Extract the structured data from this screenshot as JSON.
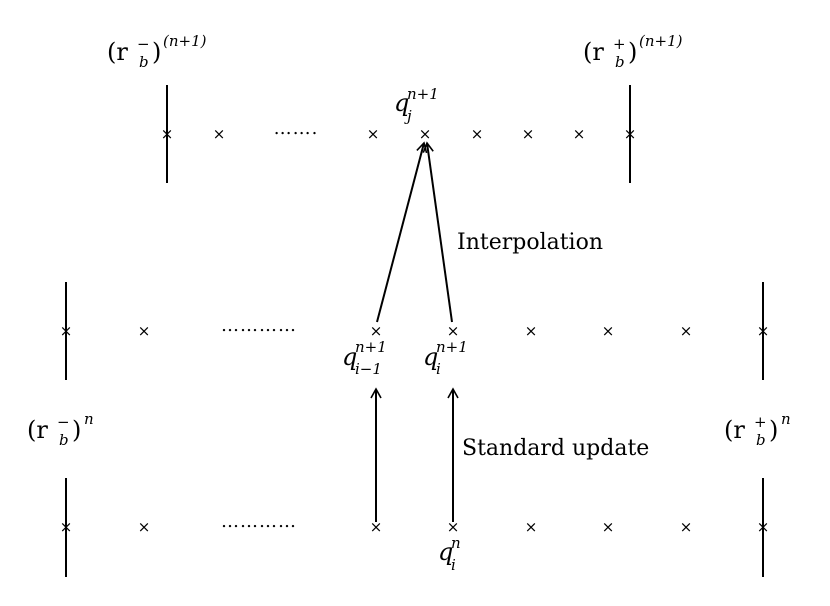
{
  "top_row": {
    "left_boundary": {
      "base": "(r",
      "sub": "b",
      "sup_sign": "−",
      "close": ")",
      "exp": "(n+1)"
    },
    "right_boundary": {
      "base": "(r",
      "sub": "b",
      "sup_sign": "+",
      "close": ")",
      "exp": "(n+1)"
    },
    "target_label": {
      "base": "q",
      "sub": "j",
      "sup": "n+1"
    },
    "ellipsis": "……."
  },
  "middle_row": {
    "left_label": {
      "base": "q",
      "sub": "i−1",
      "sup": "n+1"
    },
    "right_label": {
      "base": "q",
      "sub": "i",
      "sup": "n+1"
    },
    "ellipsis": "…………"
  },
  "bottom_row": {
    "left_boundary": {
      "base": "(r",
      "sub": "b",
      "sup_sign": "−",
      "close": ")",
      "exp": "n"
    },
    "right_boundary": {
      "base": "(r",
      "sub": "b",
      "sup_sign": "+",
      "close": ")",
      "exp": "n"
    },
    "source_label": {
      "base": "q",
      "sub": "i",
      "sup": "n"
    },
    "ellipsis": "…………"
  },
  "annotations": {
    "interpolation": "Interpolation",
    "standard_update": "Standard update"
  },
  "cross_glyph": "×"
}
